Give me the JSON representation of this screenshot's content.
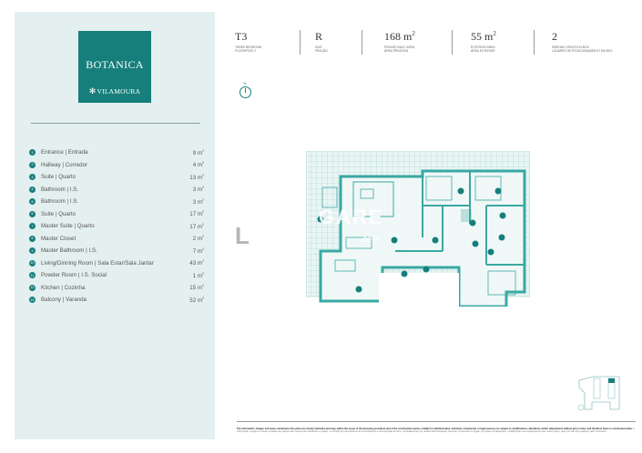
{
  "brand": {
    "name": "BOTANICA",
    "sub": "VILAMOURA",
    "sub_icon": "flower-star-icon",
    "color": "#167f7c"
  },
  "rooms": [
    {
      "num": "1",
      "label": "Entrance | Entrada",
      "area": "9 m",
      "unit": "2"
    },
    {
      "num": "2",
      "label": "Hallway | Corredor",
      "area": "4 m",
      "unit": "2"
    },
    {
      "num": "3",
      "label": "Suite | Quarto",
      "area": "13 m",
      "unit": "2"
    },
    {
      "num": "4",
      "label": "Bathroom | I.S.",
      "area": "3 m",
      "unit": "2"
    },
    {
      "num": "5",
      "label": "Bathroom | I.S.",
      "area": "3 m",
      "unit": "2"
    },
    {
      "num": "6",
      "label": "Suite | Quarto",
      "area": "17 m",
      "unit": "2"
    },
    {
      "num": "7",
      "label": "Master Suite | Quarto",
      "area": "17 m",
      "unit": "2"
    },
    {
      "num": "8",
      "label": "Master Closet",
      "area": "2 m",
      "unit": "2"
    },
    {
      "num": "9",
      "label": "Master Bathroom | I.S.",
      "area": "7 m",
      "unit": "2"
    },
    {
      "num": "10",
      "label": "Living/Dinning Room | Sala Estar/Sala Jantar",
      "area": "43 m",
      "unit": "2"
    },
    {
      "num": "11",
      "label": "Powder Room | I.S. Social",
      "area": "1 m",
      "unit": "2"
    },
    {
      "num": "12",
      "label": "Kitchen | Cozinha",
      "area": "15 m",
      "unit": "2"
    },
    {
      "num": "13",
      "label": "Balcony | Varanda",
      "area": "52 m",
      "unit": "2"
    }
  ],
  "stats": {
    "typology": {
      "value": "T3",
      "caption1": "Three bedroom",
      "caption2": "Floor/Piso 2"
    },
    "unit": {
      "value": "R",
      "caption1": "Unit",
      "caption2": "Fração"
    },
    "private_area": {
      "value": "168 m",
      "unit": "2",
      "caption1": "Private built area",
      "caption2": "Área privativa"
    },
    "exterior_area": {
      "value": "55 m",
      "unit": "2",
      "caption1": "Exterior area",
      "caption2": "Área exterior"
    },
    "parking": {
      "value": "2",
      "caption1": "Parking spaces in box",
      "caption2": "Lugares de estacionamento em box"
    }
  },
  "compass": {
    "label": "N"
  },
  "watermark": {
    "main": "GARE",
    "sub": ".com",
    "left": "L"
  },
  "disclaimer": {
    "en": "The information, images and areas contained in the plans are merely indicative and may, within the scope of the licensing procedure and of the construction works, notably for administrative, technical, commercial, or legal reasons, be subject to modifications, alterations and/or adjustments without prior notice, and therefore have no contractual value.",
    "pt": "A informação, imagens e áreas contidas nas plantas são meramente indicativas e podem, no âmbito do procedimento de licenciamento e da execução da obra, nomeadamente por razões administrativas, técnicas, comerciais ou legais, ser objeto de alterações, modificações e/ou ajustamentos sem aviso prévio, pelo que não têm qualquer valor contratual."
  }
}
